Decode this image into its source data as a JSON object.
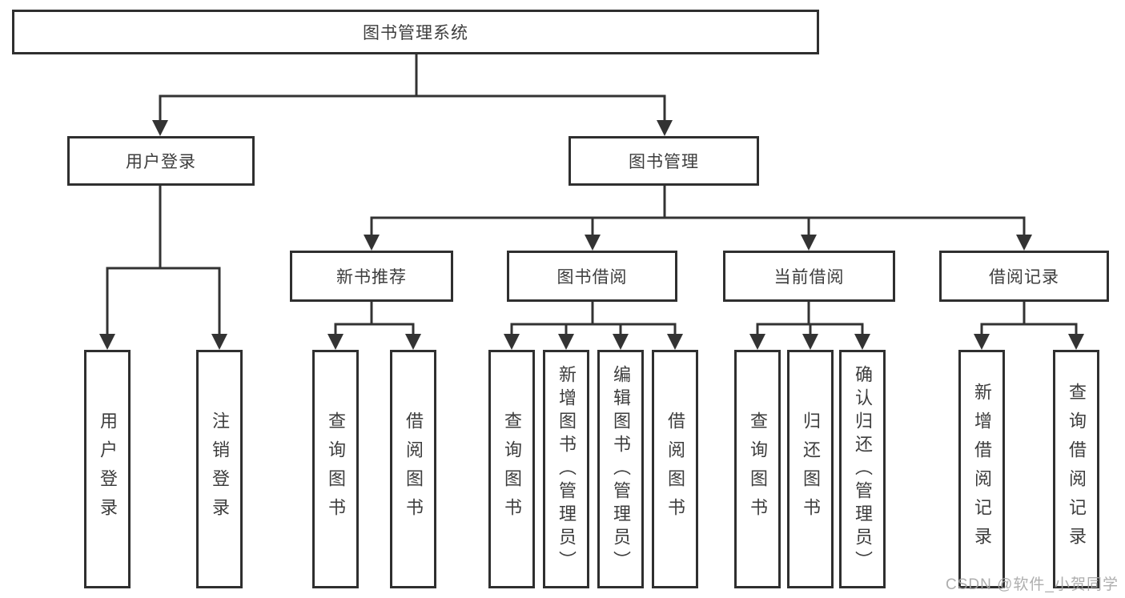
{
  "diagram": {
    "root": {
      "label": "图书管理系统"
    },
    "level2": [
      {
        "label": "用户登录",
        "children": [
          {
            "label": "用户登录"
          },
          {
            "label": "注销登录"
          }
        ]
      },
      {
        "label": "图书管理"
      }
    ],
    "modules": [
      {
        "label": "新书推荐",
        "children": [
          {
            "label": "查询图书"
          },
          {
            "label": "借阅图书"
          }
        ]
      },
      {
        "label": "图书借阅",
        "children": [
          {
            "label": "查询图书"
          },
          {
            "label": "新增图书（管理员）"
          },
          {
            "label": "编辑图书（管理员）"
          },
          {
            "label": "借阅图书"
          }
        ]
      },
      {
        "label": "当前借阅",
        "children": [
          {
            "label": "查询图书"
          },
          {
            "label": "归还图书"
          },
          {
            "label": "确认归还（管理员）"
          }
        ]
      },
      {
        "label": "借阅记录",
        "children": [
          {
            "label": "新增借阅记录"
          },
          {
            "label": "查询借阅记录"
          }
        ]
      }
    ],
    "colors": {
      "line": "#333333",
      "box_border": "#2f2f2f",
      "box_fill": "#ffffff",
      "text": "#3d3d3d",
      "watermark": "#a5a5a5"
    }
  },
  "watermark": {
    "text": "CSDN @软件_小贺同学"
  }
}
